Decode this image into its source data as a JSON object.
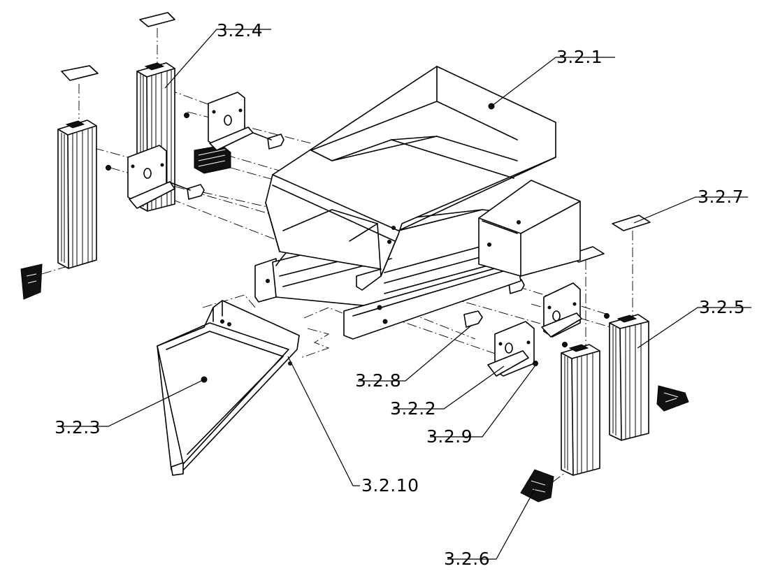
{
  "labels": {
    "hopper": "3.2.1",
    "bracket": "3.2.2",
    "chute": "3.2.3",
    "profile_rear": "3.2.4",
    "profile_right": "3.2.5",
    "corner_bracket": "3.2.6",
    "end_cap": "3.2.7",
    "bolt": "3.2.8",
    "nut": "3.2.9",
    "chute_bracket": "3.2.10"
  }
}
